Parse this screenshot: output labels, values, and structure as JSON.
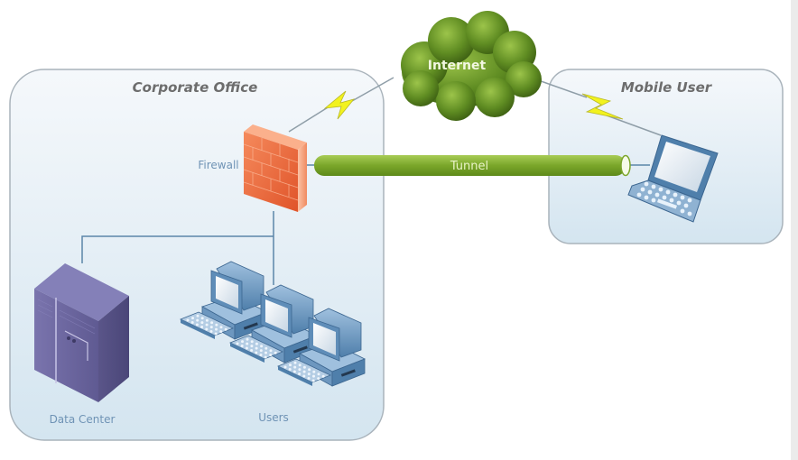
{
  "diagram": {
    "title": "Remote access VPN topology",
    "zones": {
      "corporate": {
        "title": "Corporate Office"
      },
      "mobile": {
        "title": "Mobile User"
      }
    },
    "nodes": {
      "internet": {
        "label": "Internet",
        "icon": "cloud-icon"
      },
      "firewall": {
        "label": "Firewall",
        "icon": "brick-firewall-icon"
      },
      "data_center": {
        "label": "Data Center",
        "icon": "server-rack-icon"
      },
      "users": {
        "label": "Users",
        "icon": "desktop-computers-icon"
      },
      "laptop": {
        "label": "",
        "icon": "laptop-icon"
      }
    },
    "links": [
      {
        "from": "firewall",
        "to": "internet",
        "type": "wan-lightning"
      },
      {
        "from": "laptop",
        "to": "internet",
        "type": "wan-lightning"
      },
      {
        "from": "firewall",
        "to": "laptop",
        "type": "tunnel",
        "label": "Tunnel"
      },
      {
        "from": "firewall",
        "to": "data_center",
        "type": "lan"
      },
      {
        "from": "firewall",
        "to": "users",
        "type": "lan"
      }
    ],
    "colors": {
      "zone_fill_top": "#f4f7fa",
      "zone_fill_bottom": "#d6e6f1",
      "zone_border": "#a9b3bb",
      "cloud_green": "#5d8a1e",
      "tunnel_green": "#7ca62c",
      "firewall_orange": "#f07a4a",
      "lightning_yellow": "#f2f21e",
      "server_purple": "#6e6a9e",
      "lan_line": "#5b86a8"
    }
  }
}
